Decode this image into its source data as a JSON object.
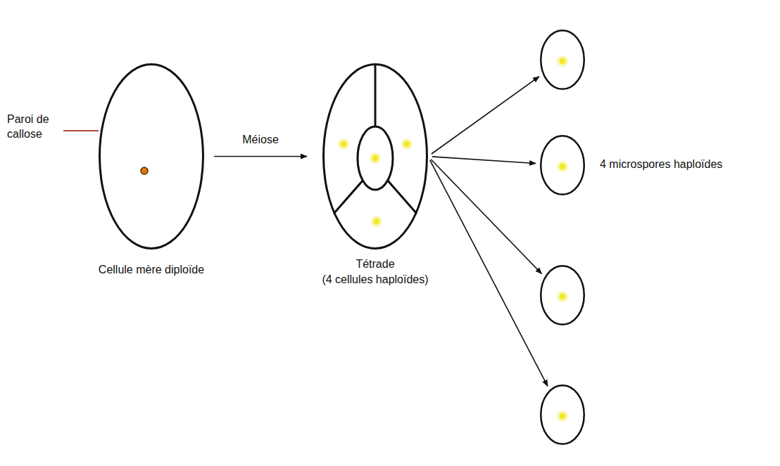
{
  "diagram": {
    "nodes": [
      {
        "text": [
          "Cellule mère diploïde"
        ]
      },
      {
        "text": [
          "Tétrade (4 cellules haploïdes)"
        ]
      },
      {
        "text": []
      },
      {
        "text": []
      },
      {
        "text": []
      },
      {
        "text": []
      }
    ],
    "edges": [
      {
        "from": 0,
        "to": 1,
        "arrow": "to",
        "label": "Méiose"
      },
      {
        "from": 1,
        "to": 2,
        "arrow": "to"
      },
      {
        "from": 1,
        "to": 3,
        "arrow": "to"
      },
      {
        "from": 1,
        "to": 4,
        "arrow": "to"
      },
      {
        "from": 1,
        "to": 5,
        "arrow": "to"
      }
    ],
    "labels": [
      "Paroi de callose",
      "4 microspores haploïdes"
    ]
  }
}
